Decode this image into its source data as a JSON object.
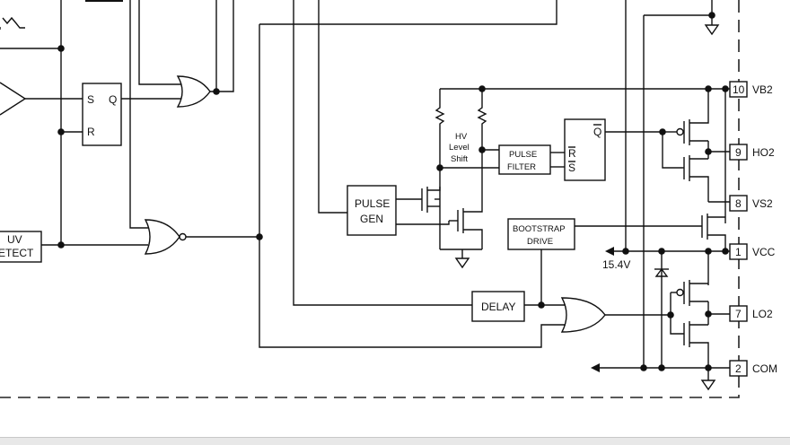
{
  "blocks": {
    "sr_latch": {
      "s": "S",
      "q": "Q",
      "r": "R"
    },
    "uv_detect": {
      "line1": "UV",
      "line2": "ETECT"
    },
    "pulse_gen": {
      "line1": "PULSE",
      "line2": "GEN"
    },
    "hv_level_shift": {
      "line1": "HV",
      "line2": "Level",
      "line3": "Shift"
    },
    "pulse_filter": {
      "line1": "PULSE",
      "line2": "FILTER"
    },
    "rs_latch": {
      "r": "R",
      "s": "S",
      "qbar": "Q"
    },
    "bootstrap_drive": {
      "line1": "BOOTSTRAP",
      "line2": "DRIVE"
    },
    "delay": {
      "label": "DELAY"
    },
    "vcc_regulator": {
      "label": "15.4V"
    }
  },
  "pins": [
    {
      "num": "10",
      "name": "VB2"
    },
    {
      "num": "9",
      "name": "HO2"
    },
    {
      "num": "8",
      "name": "VS2"
    },
    {
      "num": "1",
      "name": "VCC"
    },
    {
      "num": "7",
      "name": "LO2"
    },
    {
      "num": "2",
      "name": "COM"
    }
  ]
}
